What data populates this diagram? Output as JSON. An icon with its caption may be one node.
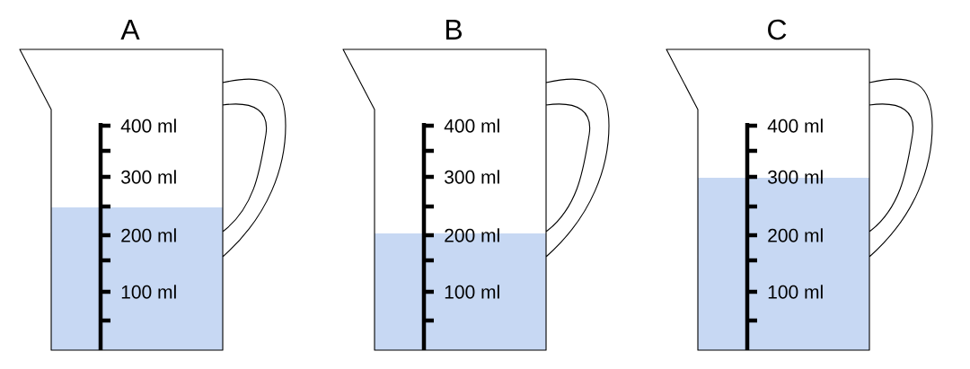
{
  "diagram": {
    "nodes": [
      {
        "text": [
          "A"
        ]
      },
      {
        "text": [
          "B"
        ]
      },
      {
        "text": [
          "C"
        ]
      }
    ],
    "labels": [
      "400 ml",
      "300 ml",
      "200 ml",
      "100 ml",
      "400 ml",
      "300 ml",
      "200 ml",
      "100 ml",
      "400 ml",
      "300 ml",
      "200 ml",
      "100 ml"
    ]
  }
}
